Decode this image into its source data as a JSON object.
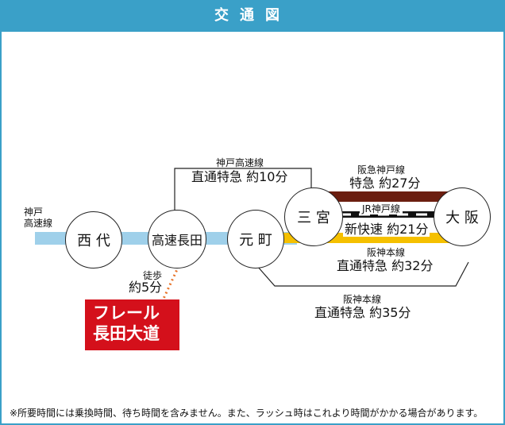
{
  "header": {
    "title": "交通図"
  },
  "stations": {
    "nishidai": "西 代",
    "kosoku_nagata": "高速長田",
    "motomachi": "元 町",
    "sannomiya": "三 宮",
    "osaka": "大 阪"
  },
  "lines": {
    "kobe_kosoku_left": {
      "name_line1": "神戸",
      "name_line2": "高速線"
    },
    "kobe_kosoku_upper": {
      "name": "神戸高速線",
      "service": "直通特急 約10分"
    },
    "hankyu": {
      "name": "阪急神戸線",
      "service": "特急 約27分"
    },
    "jr": {
      "name": "JR神戸線",
      "service": "新快速 約21分"
    },
    "hanshin_inner": {
      "name": "阪神本線",
      "service": "直通特急 約32分"
    },
    "hanshin_outer": {
      "name": "阪神本線",
      "service": "直通特急 約35分"
    }
  },
  "walk": {
    "label": "徒歩",
    "time": "約5分"
  },
  "destination": {
    "line1": "フレール",
    "line2": "長田大道"
  },
  "note": "※所要時間には乗換時間、待ち時間を含みません。また、ラッシュ時はこれより時間がかかる場合があります。",
  "colors": {
    "header": "#3aa0c8",
    "kobe_kosoku": "#9fd0ea",
    "hankyu": "#6b1e10",
    "hanshin": "#f5c000",
    "destination": "#d4101b",
    "walk": "#e8742a"
  }
}
